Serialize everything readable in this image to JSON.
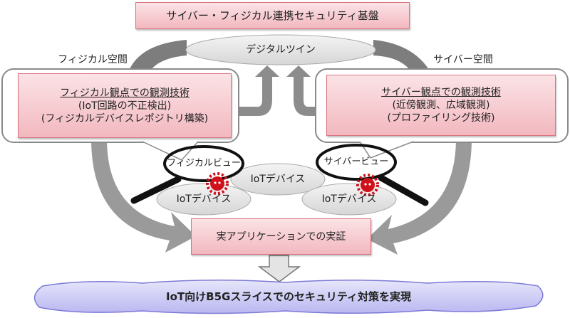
{
  "title": "サイバー・フィジカル連携セキュリティ基盤",
  "digital_twin": "デジタルツイン",
  "physical_space_label": "フィジカル空間",
  "cyber_space_label": "サイバー空間",
  "physical_box": {
    "heading": "フィジカル観点での観測技術",
    "line1": "(IoT回路の不正検出)",
    "line2": "(フィジカルデバイスレポジトリ構築)"
  },
  "cyber_box": {
    "heading": "サイバー観点での観測技術",
    "line1": "(近傍観測、広域観測)",
    "line2": "(プロファイリング技術)"
  },
  "physical_view": "フィジカルビュー",
  "cyber_view": "サイバービュー",
  "iot_devices": [
    "IoTデバイス",
    "IoTデバイス",
    "IoTデバイス"
  ],
  "application_box": "実アプリケーションでの実証",
  "goal": "IoT向けB5Gスライスでのセキュリティ対策を実現",
  "colors": {
    "pink": "#f2b8bf",
    "arrow": "#8c8c8c",
    "cloud": "#c9c8f5",
    "virus": "#d0101a"
  }
}
